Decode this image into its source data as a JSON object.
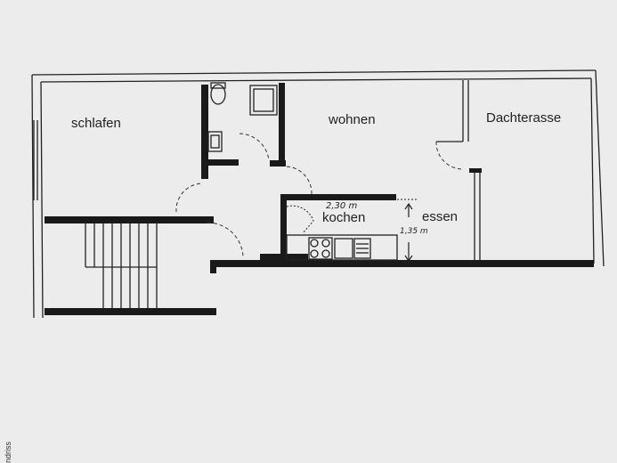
{
  "floorplan": {
    "rooms": {
      "schlafen": "schlafen",
      "wohnen": "wohnen",
      "dachterasse": "Dachterasse",
      "kochen": "kochen",
      "essen": "essen"
    },
    "annotations": {
      "kitchen_width": "2,30 m",
      "kitchen_depth": "1,35 m"
    },
    "edge_text": "ndriss"
  }
}
